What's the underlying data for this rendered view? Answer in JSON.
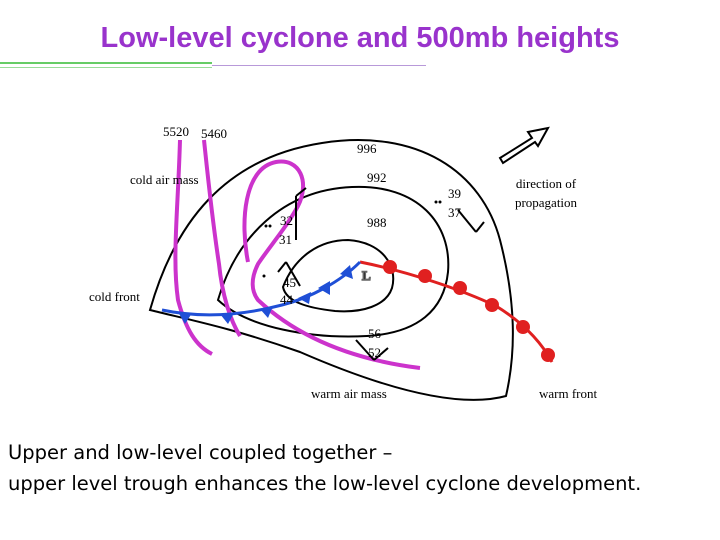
{
  "title": "Low-level cyclone and 500mb heights",
  "colors": {
    "title": "#9933cc",
    "height_contour": "#cc33cc",
    "cold_front": "#1f4fd6",
    "warm_front": "#e02020",
    "isobar": "#000000"
  },
  "height_labels": [
    "5520",
    "5460"
  ],
  "isobar_labels": [
    "996",
    "992",
    "988"
  ],
  "low_symbol": "L",
  "air_masses": {
    "cold": "cold air mass",
    "warm": "warm air mass"
  },
  "fronts": {
    "cold": "cold front",
    "warm": "warm front"
  },
  "propagation": [
    "direction of",
    "propagation"
  ],
  "station_obs": [
    {
      "temp": "32",
      "dew": "31"
    },
    {
      "temp": "45",
      "dew": "44"
    },
    {
      "temp": "39",
      "dew": "37"
    },
    {
      "temp": "56",
      "dew": "52"
    }
  ],
  "caption": [
    "Upper and low-level coupled together –",
    "upper level trough enhances the low-level cyclone development."
  ]
}
